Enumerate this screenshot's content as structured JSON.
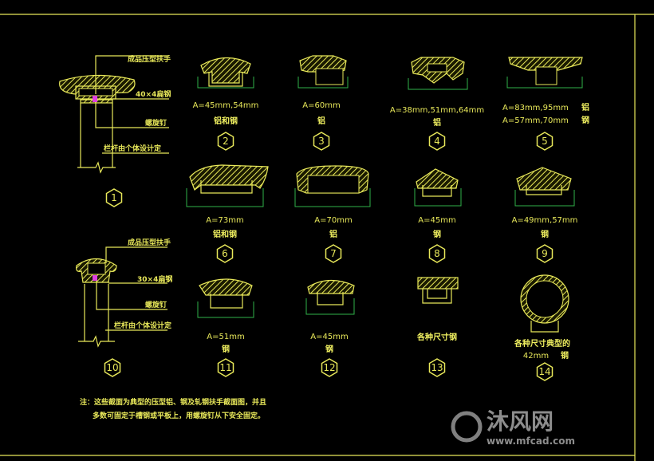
{
  "colors": {
    "background": "#000000",
    "line": "#e8e85a",
    "dimension": "#2fb24a",
    "screw": "#e040e0"
  },
  "detail_1": {
    "number": "1",
    "labels": [
      "成品压型扶手",
      "40×4扁钢",
      "螺旋钉",
      "栏杆由个体设计定"
    ]
  },
  "detail_10": {
    "number": "10",
    "labels": [
      "成品压型扶手",
      "30×4扁钢",
      "螺旋钉",
      "栏杆由个体设计定"
    ]
  },
  "profiles": [
    {
      "number": "2",
      "dim": "A=45mm,54mm",
      "material": "铝和钢"
    },
    {
      "number": "3",
      "dim": "A=60mm",
      "material": "铝"
    },
    {
      "number": "4",
      "dim": "A=38mm,51mm,64mm",
      "material": "铝"
    },
    {
      "number": "5",
      "dim": "A=83mm,95mm",
      "dim2": "A=57mm,70mm",
      "material": "铝",
      "material2": "钢"
    },
    {
      "number": "6",
      "dim": "A=73mm",
      "material": "铝和钢"
    },
    {
      "number": "7",
      "dim": "A=70mm",
      "material": "铝"
    },
    {
      "number": "8",
      "dim": "A=45mm",
      "material": "钢"
    },
    {
      "number": "9",
      "dim": "A=49mm,57mm",
      "material": "钢"
    },
    {
      "number": "11",
      "dim": "A=51mm",
      "material": "钢"
    },
    {
      "number": "12",
      "dim": "A=45mm",
      "material": "钢"
    },
    {
      "number": "13",
      "material": "各种尺寸钢"
    },
    {
      "number": "14",
      "material": "各种尺寸典型的",
      "dim": "42mm",
      "material2": "钢"
    }
  ],
  "note": {
    "line1": "注：这些截面为典型的压型铝、钢及轧钢扶手截面图，并且",
    "line2": "多数可固定于槽钢或平板上，用螺旋钉从下安全固定。"
  },
  "watermark": {
    "brand": "沐风网",
    "url": "www.mfcad.com"
  }
}
